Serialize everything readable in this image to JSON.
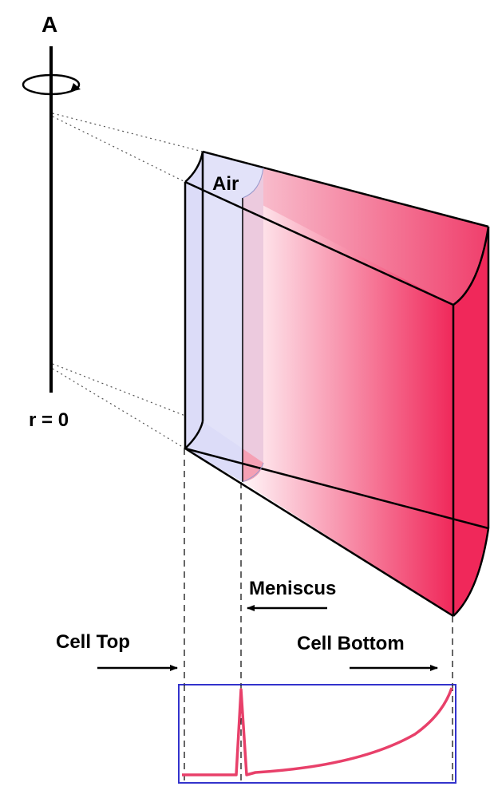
{
  "labels": {
    "axis": "A",
    "origin": "r = 0",
    "air": "Air",
    "meniscus": "Meniscus",
    "cell_top": "Cell Top",
    "cell_bottom": "Cell Bottom"
  },
  "colors": {
    "air_region": "#dcdcf8",
    "solution_light": "#f7d0da",
    "solution_dark": "#f0285a",
    "meniscus_band": "#f5a0b4",
    "profile_curve": "#e8406a",
    "profile_frame": "#3333cc",
    "outline": "#000000"
  },
  "rotation_icon": "rotation-arrow-icon"
}
